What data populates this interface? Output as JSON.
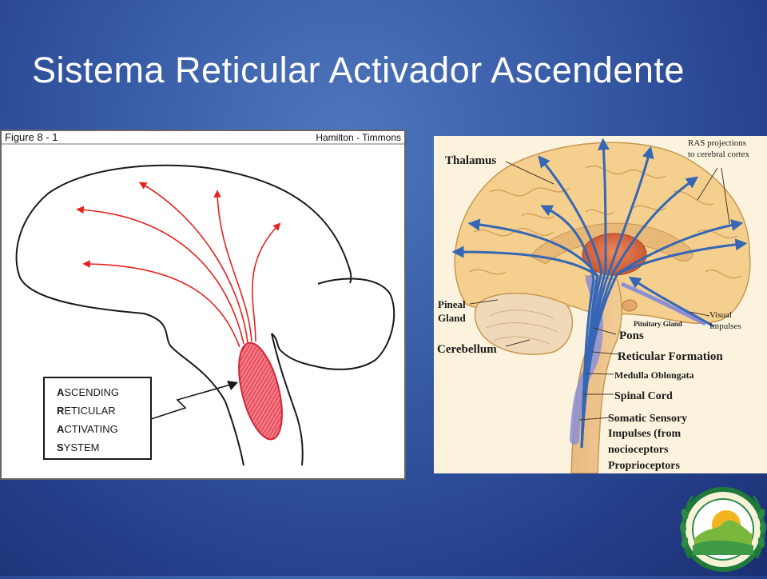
{
  "slide": {
    "title": "Sistema Reticular Activador Ascendente"
  },
  "left_diagram": {
    "figure_label": "Figure 8 - 1",
    "credit": "Hamilton - Timmons",
    "box_lines": [
      {
        "initial": "A",
        "rest": "SCENDING"
      },
      {
        "initial": "R",
        "rest": "ETICULAR"
      },
      {
        "initial": "A",
        "rest": "CTIVATING"
      },
      {
        "initial": "S",
        "rest": "YSTEM"
      }
    ],
    "colors": {
      "arrows": "#e8211f",
      "ras_fill": "#f04a58",
      "outline": "#1a1a1a"
    }
  },
  "right_diagram": {
    "labels": {
      "thalamus": "Thalamus",
      "ras_projections_1": "RAS projections",
      "ras_projections_2": "to cerebral cortex",
      "pineal_1": "Pineal",
      "pineal_2": "Gland",
      "cerebellum": "Cerebellum",
      "pituitary": "Pituitary Gland",
      "visual_1": "Visual",
      "visual_2": "Impulses",
      "pons": "Pons",
      "reticular_formation": "Reticular Formation",
      "medulla": "Medulla Oblongata",
      "spinal_cord": "Spinal Cord",
      "somatic_1": "Somatic Sensory",
      "somatic_2": "Impulses (from",
      "somatic_3": "nocioceptors",
      "somatic_4": "Proprioceptors"
    },
    "colors": {
      "brain": "#f4cf8e",
      "gyri": "#d7a35e",
      "thalamus": "#d9683f",
      "arrows": "#3667b5",
      "stem": "#8c8fd6"
    }
  },
  "logo": {
    "icon": "laurel-seal-icon",
    "colors": {
      "ring": "#1f7a3a",
      "sun": "#f2b51f",
      "hill": "#79b83c"
    }
  }
}
